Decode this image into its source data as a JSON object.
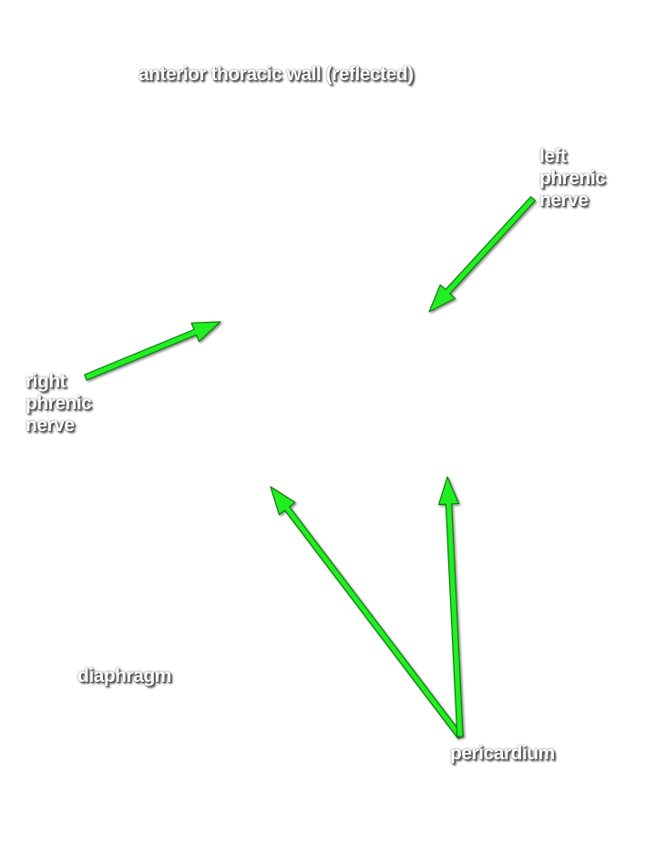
{
  "labels": {
    "anterior_wall": "anterior thoracic wall (reflected)",
    "left_phrenic": [
      "left",
      "phrenic",
      "nerve"
    ],
    "right_phrenic": [
      "right",
      "phrenic",
      "nerve"
    ],
    "diaphragm": "diaphragm",
    "pericardium": "pericardium"
  },
  "colors": {
    "arrow_fill": "#22ee22",
    "arrow_stroke": "#0a7a0a",
    "label_text": "#ffffff",
    "background": "#ffffff"
  }
}
